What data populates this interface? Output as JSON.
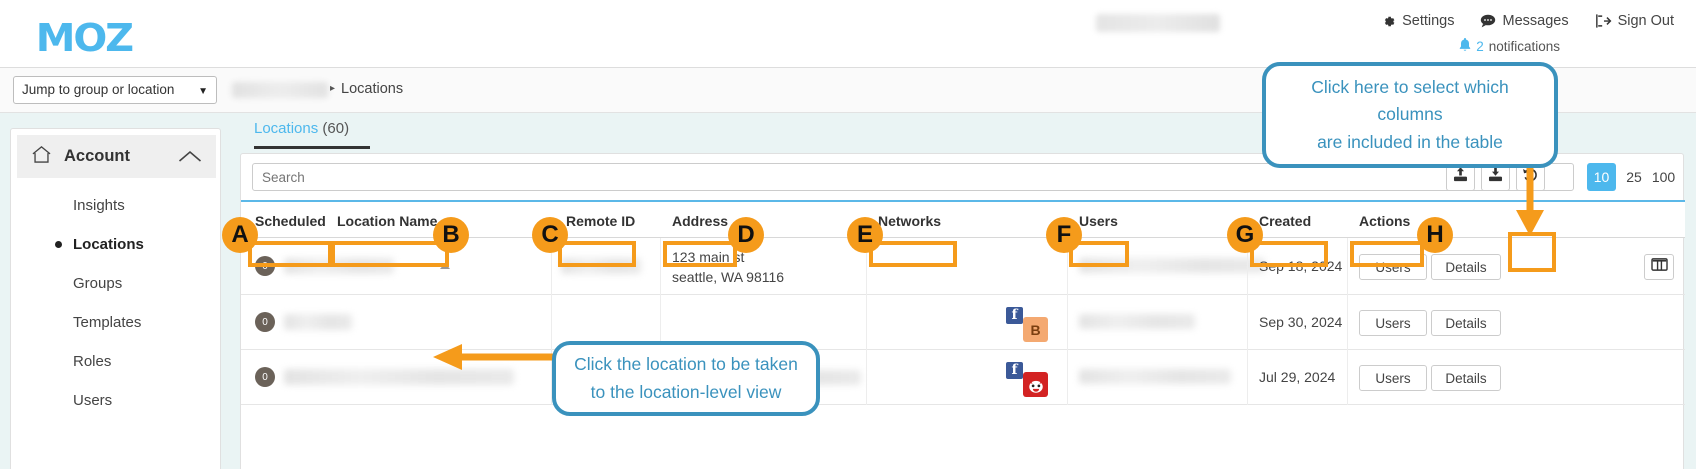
{
  "header": {
    "logo_text": "MOZ",
    "links": [
      {
        "label": "Settings",
        "icon": "gear-icon"
      },
      {
        "label": "Messages",
        "icon": "chat-bubble-icon"
      },
      {
        "label": "Sign Out",
        "icon": "sign-out-icon"
      }
    ],
    "notifications": {
      "count": "2",
      "label": "notifications",
      "icon": "bell-icon"
    }
  },
  "breadcrumb": {
    "jump_select_value": "Jump to group or location",
    "separator": "▸",
    "current": "Locations"
  },
  "sidebar": {
    "account": {
      "label": "Account",
      "icon": "home-icon",
      "chevron": "chevron-up-icon"
    },
    "items": [
      {
        "label": "Insights",
        "active": false
      },
      {
        "label": "Locations",
        "active": true
      },
      {
        "label": "Groups",
        "active": false
      },
      {
        "label": "Templates",
        "active": false
      },
      {
        "label": "Roles",
        "active": false
      },
      {
        "label": "Users",
        "active": false
      }
    ]
  },
  "main": {
    "tab": {
      "label": "Locations",
      "count": "(60)"
    },
    "toolbar": {
      "search_placeholder": "Search",
      "search_value": "",
      "page_sizes": [
        "10",
        "25",
        "100"
      ],
      "page_size_selected": "10",
      "upload_icon": "upload-icon",
      "download_icon": "download-icon",
      "reset_icon": "reset-icon",
      "columns_icon": "columns-select-icon"
    },
    "table": {
      "columns": [
        {
          "label": "Scheduled",
          "sorted": false
        },
        {
          "label": "Location Name",
          "sorted": true
        },
        {
          "label": "Remote ID",
          "sorted": false
        },
        {
          "label": "Address",
          "sorted": false
        },
        {
          "label": "Networks",
          "sorted": false
        },
        {
          "label": "Users",
          "sorted": false
        },
        {
          "label": "Created",
          "sorted": false
        },
        {
          "label": "Actions",
          "sorted": false
        }
      ],
      "rows": [
        {
          "scheduled": "0",
          "location_name": "",
          "remote_id": "",
          "address": [
            "123 main st",
            "seattle, WA 98116"
          ],
          "networks": [],
          "users": "",
          "created": "Sep 18, 2024",
          "actions": [
            "Users",
            "Details"
          ]
        },
        {
          "scheduled": "0",
          "location_name": "",
          "remote_id": "",
          "address": [],
          "networks": [
            "facebook",
            "bing"
          ],
          "users": "",
          "created": "Sep 30, 2024",
          "actions": [
            "Users",
            "Details"
          ]
        },
        {
          "scheduled": "0",
          "location_name": "",
          "remote_id": "",
          "address": [
            "Chicago, IL"
          ],
          "networks": [
            "facebook",
            "yelp"
          ],
          "users": "",
          "created": "Jul 29, 2024",
          "actions": [
            "Users",
            "Details"
          ]
        }
      ]
    }
  },
  "annotations": {
    "letters": [
      "A",
      "B",
      "C",
      "D",
      "E",
      "F",
      "G",
      "H"
    ],
    "callout_columns": "Click here to select which columns are included in the table",
    "callout_columns_line1": "Click here to select which columns",
    "callout_columns_line2": "are included in the table",
    "callout_location_line1": "Click the location to be taken",
    "callout_location_line2": "to the location-level view",
    "accent_orange": "#f59b1b",
    "accent_blue": "#3a92bd"
  }
}
